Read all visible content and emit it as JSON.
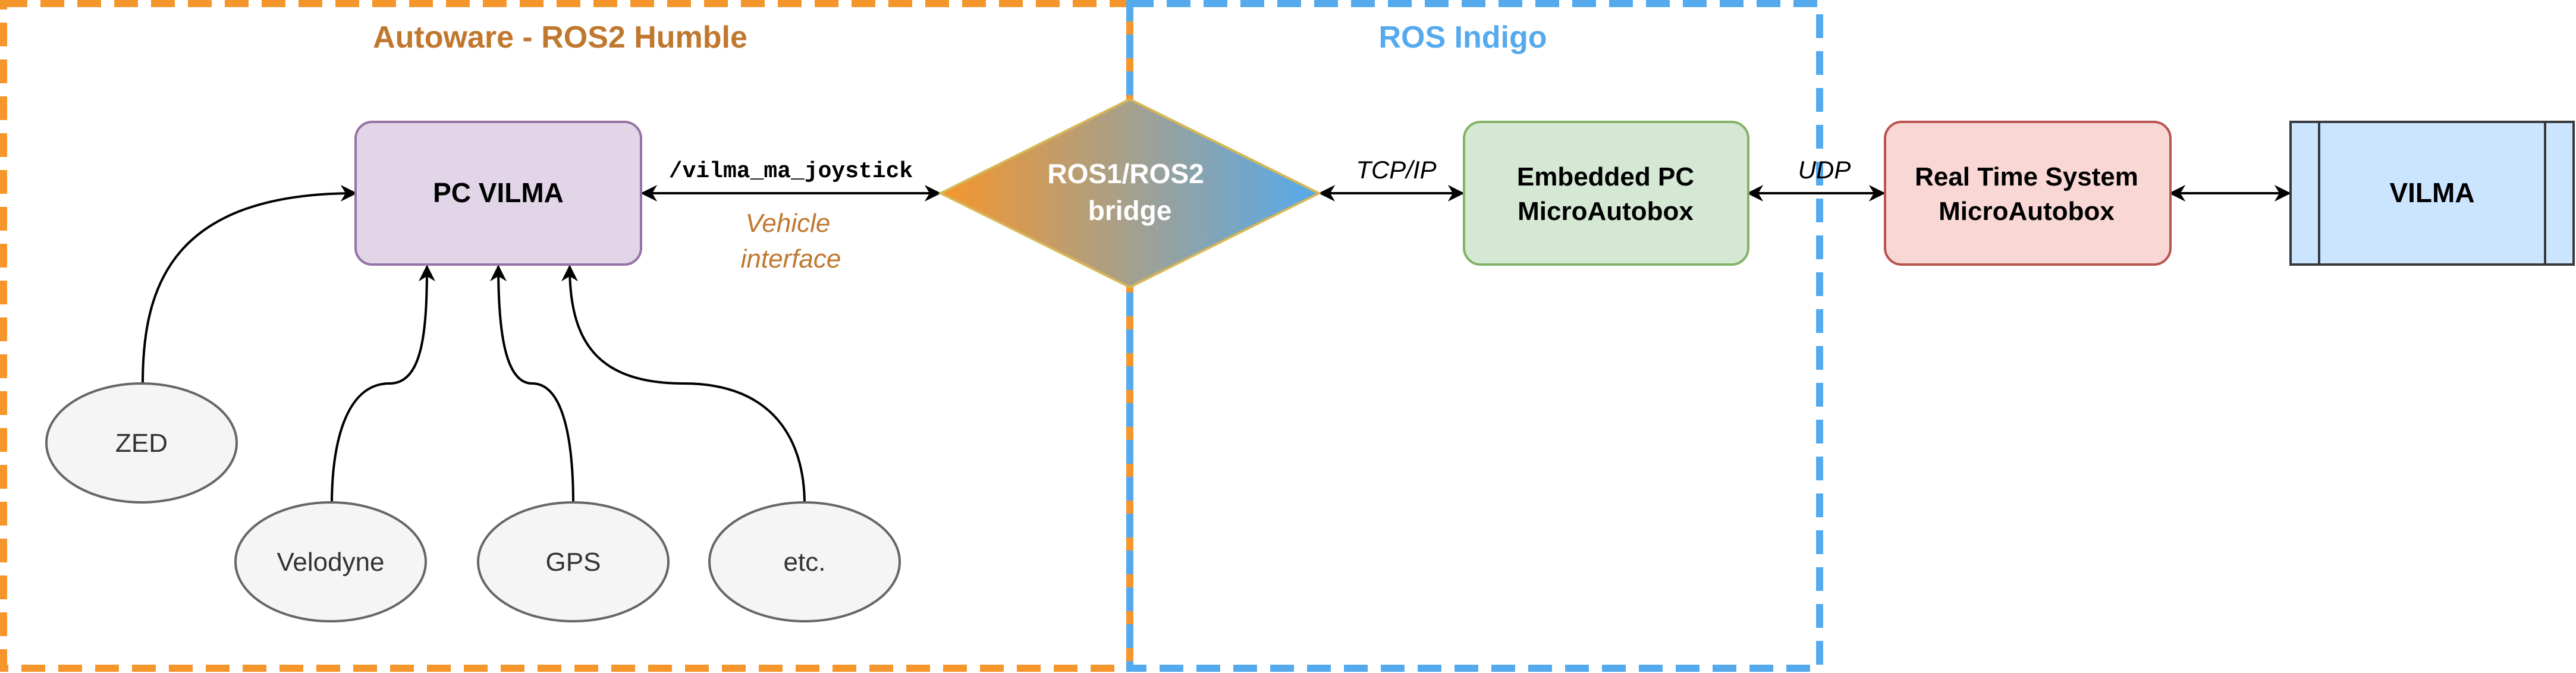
{
  "regions": {
    "autoware": {
      "title": "Autoware - ROS2 Humble",
      "color": "#f5962c"
    },
    "ros_indigo": {
      "title": "ROS Indigo",
      "color": "#55aaee"
    }
  },
  "nodes": {
    "pc_vilma": {
      "label": "PC VILMA"
    },
    "bridge": {
      "line1": "ROS1/ROS2",
      "line2": "bridge"
    },
    "embedded_pc": {
      "line1": "Embedded PC",
      "line2": "MicroAutobox"
    },
    "realtime": {
      "line1": "Real Time System",
      "line2": "MicroAutobox"
    },
    "vilma": {
      "label": "VILMA"
    },
    "zed": {
      "label": "ZED"
    },
    "velodyne": {
      "label": "Velodyne"
    },
    "gps": {
      "label": "GPS"
    },
    "etc": {
      "label": "etc."
    }
  },
  "edges": {
    "joystick_topic": "/vilma_ma_joystick",
    "vehicle_interface_line1": "Vehicle",
    "vehicle_interface_line2": "interface",
    "tcp": "TCP/IP",
    "udp": "UDP"
  },
  "colors": {
    "pc_vilma_fill": "#e1d5e7",
    "pc_vilma_stroke": "#9673a6",
    "embedded_fill": "#d5e8d4",
    "embedded_stroke": "#82b366",
    "realtime_fill": "#f8d7d4",
    "realtime_stroke": "#b85450",
    "vilma_fill": "#cce5ff",
    "vilma_stroke": "#36393d",
    "sensor_fill": "#f5f5f5",
    "sensor_stroke": "#666666",
    "bridge_left": "#f5962c",
    "bridge_right": "#55aaee",
    "vehicle_interface_text": "#c07830"
  }
}
